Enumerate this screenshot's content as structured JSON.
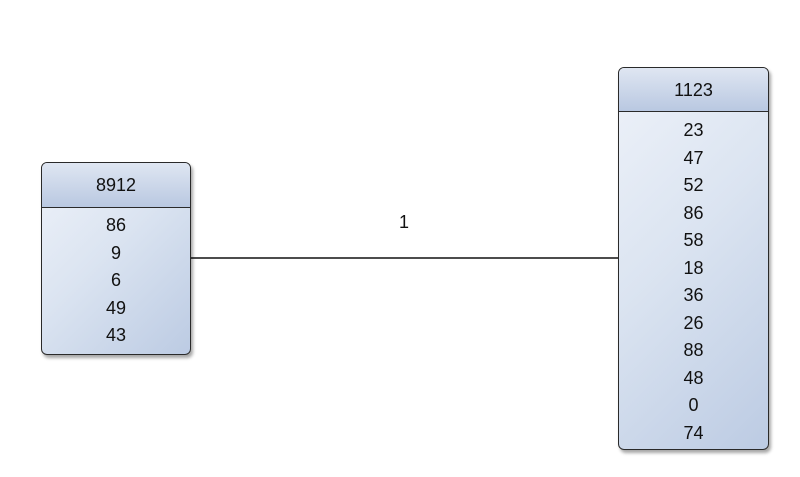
{
  "edge": {
    "label": "1"
  },
  "entities": {
    "left": {
      "title": "8912",
      "items": [
        "86",
        "9",
        "6",
        "49",
        "43"
      ]
    },
    "right": {
      "title": "1123",
      "items": [
        "23",
        "47",
        "52",
        "86",
        "58",
        "18",
        "36",
        "26",
        "88",
        "48",
        "0",
        "74"
      ]
    }
  },
  "colors": {
    "header_fill": "#b9c8e1",
    "body_fill": "#dbe4f1",
    "border": "#2a2a2a",
    "line": "#111111"
  }
}
